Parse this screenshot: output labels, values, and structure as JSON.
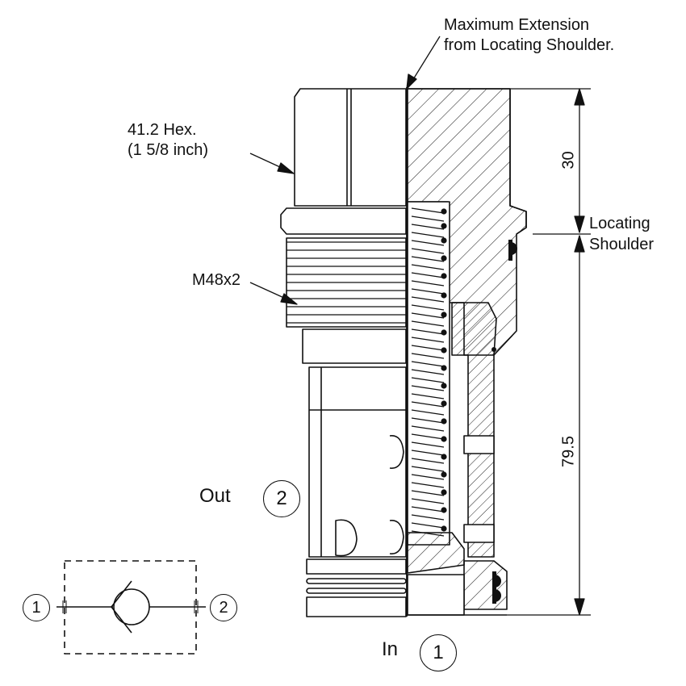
{
  "callouts": {
    "max_extension_line1": "Maximum Extension",
    "max_extension_line2": "from Locating Shoulder.",
    "hex_line1": "41.2 Hex.",
    "hex_line2": "(1 5/8 inch)",
    "thread": "M48x2",
    "locating_line1": "Locating",
    "locating_line2": "Shoulder"
  },
  "dimensions": {
    "upper": "30",
    "lower": "79.5"
  },
  "ports": {
    "out_label": "Out",
    "out_number": "2",
    "in_label": "In",
    "in_number": "1"
  },
  "schematic": {
    "left_port": "1",
    "right_port": "2"
  },
  "colors": {
    "line": "#111111",
    "background": "#ffffff"
  }
}
